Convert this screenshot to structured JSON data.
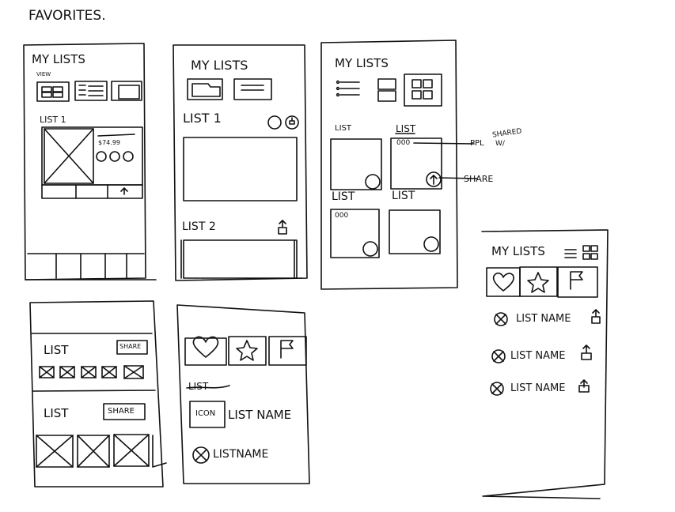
{
  "page_title": "FAVORITES.",
  "sketch1": {
    "title": "MY LISTS",
    "view_label": "VIEW",
    "list_label": "LIST 1",
    "item_label": "$74.99"
  },
  "sketch2": {
    "title": "MY LISTS",
    "list1_label": "LIST 1",
    "list2_label": "LIST 2"
  },
  "sketch3": {
    "title": "MY LISTS",
    "tiles": [
      "LIST",
      "LIST",
      "LIST",
      "LIST"
    ],
    "tile_dots": "000",
    "annotation_ppl": "PPL",
    "annotation_shared": "SHARED",
    "annotation_w": "W/",
    "annotation_share": "SHARE"
  },
  "sketch4": {
    "sections": [
      {
        "label": "LIST",
        "share": "SHARE"
      },
      {
        "label": "LIST",
        "share": "SHARE"
      }
    ]
  },
  "sketch5": {
    "crossed_label": "LIST",
    "icon_label": "ICON",
    "row1_name": "LIST NAME",
    "row2_name": "LISTNAME"
  },
  "sketch6": {
    "title": "MY LISTS",
    "rows": [
      "LIST NAME",
      "LIST NAME",
      "LIST NAME"
    ]
  }
}
